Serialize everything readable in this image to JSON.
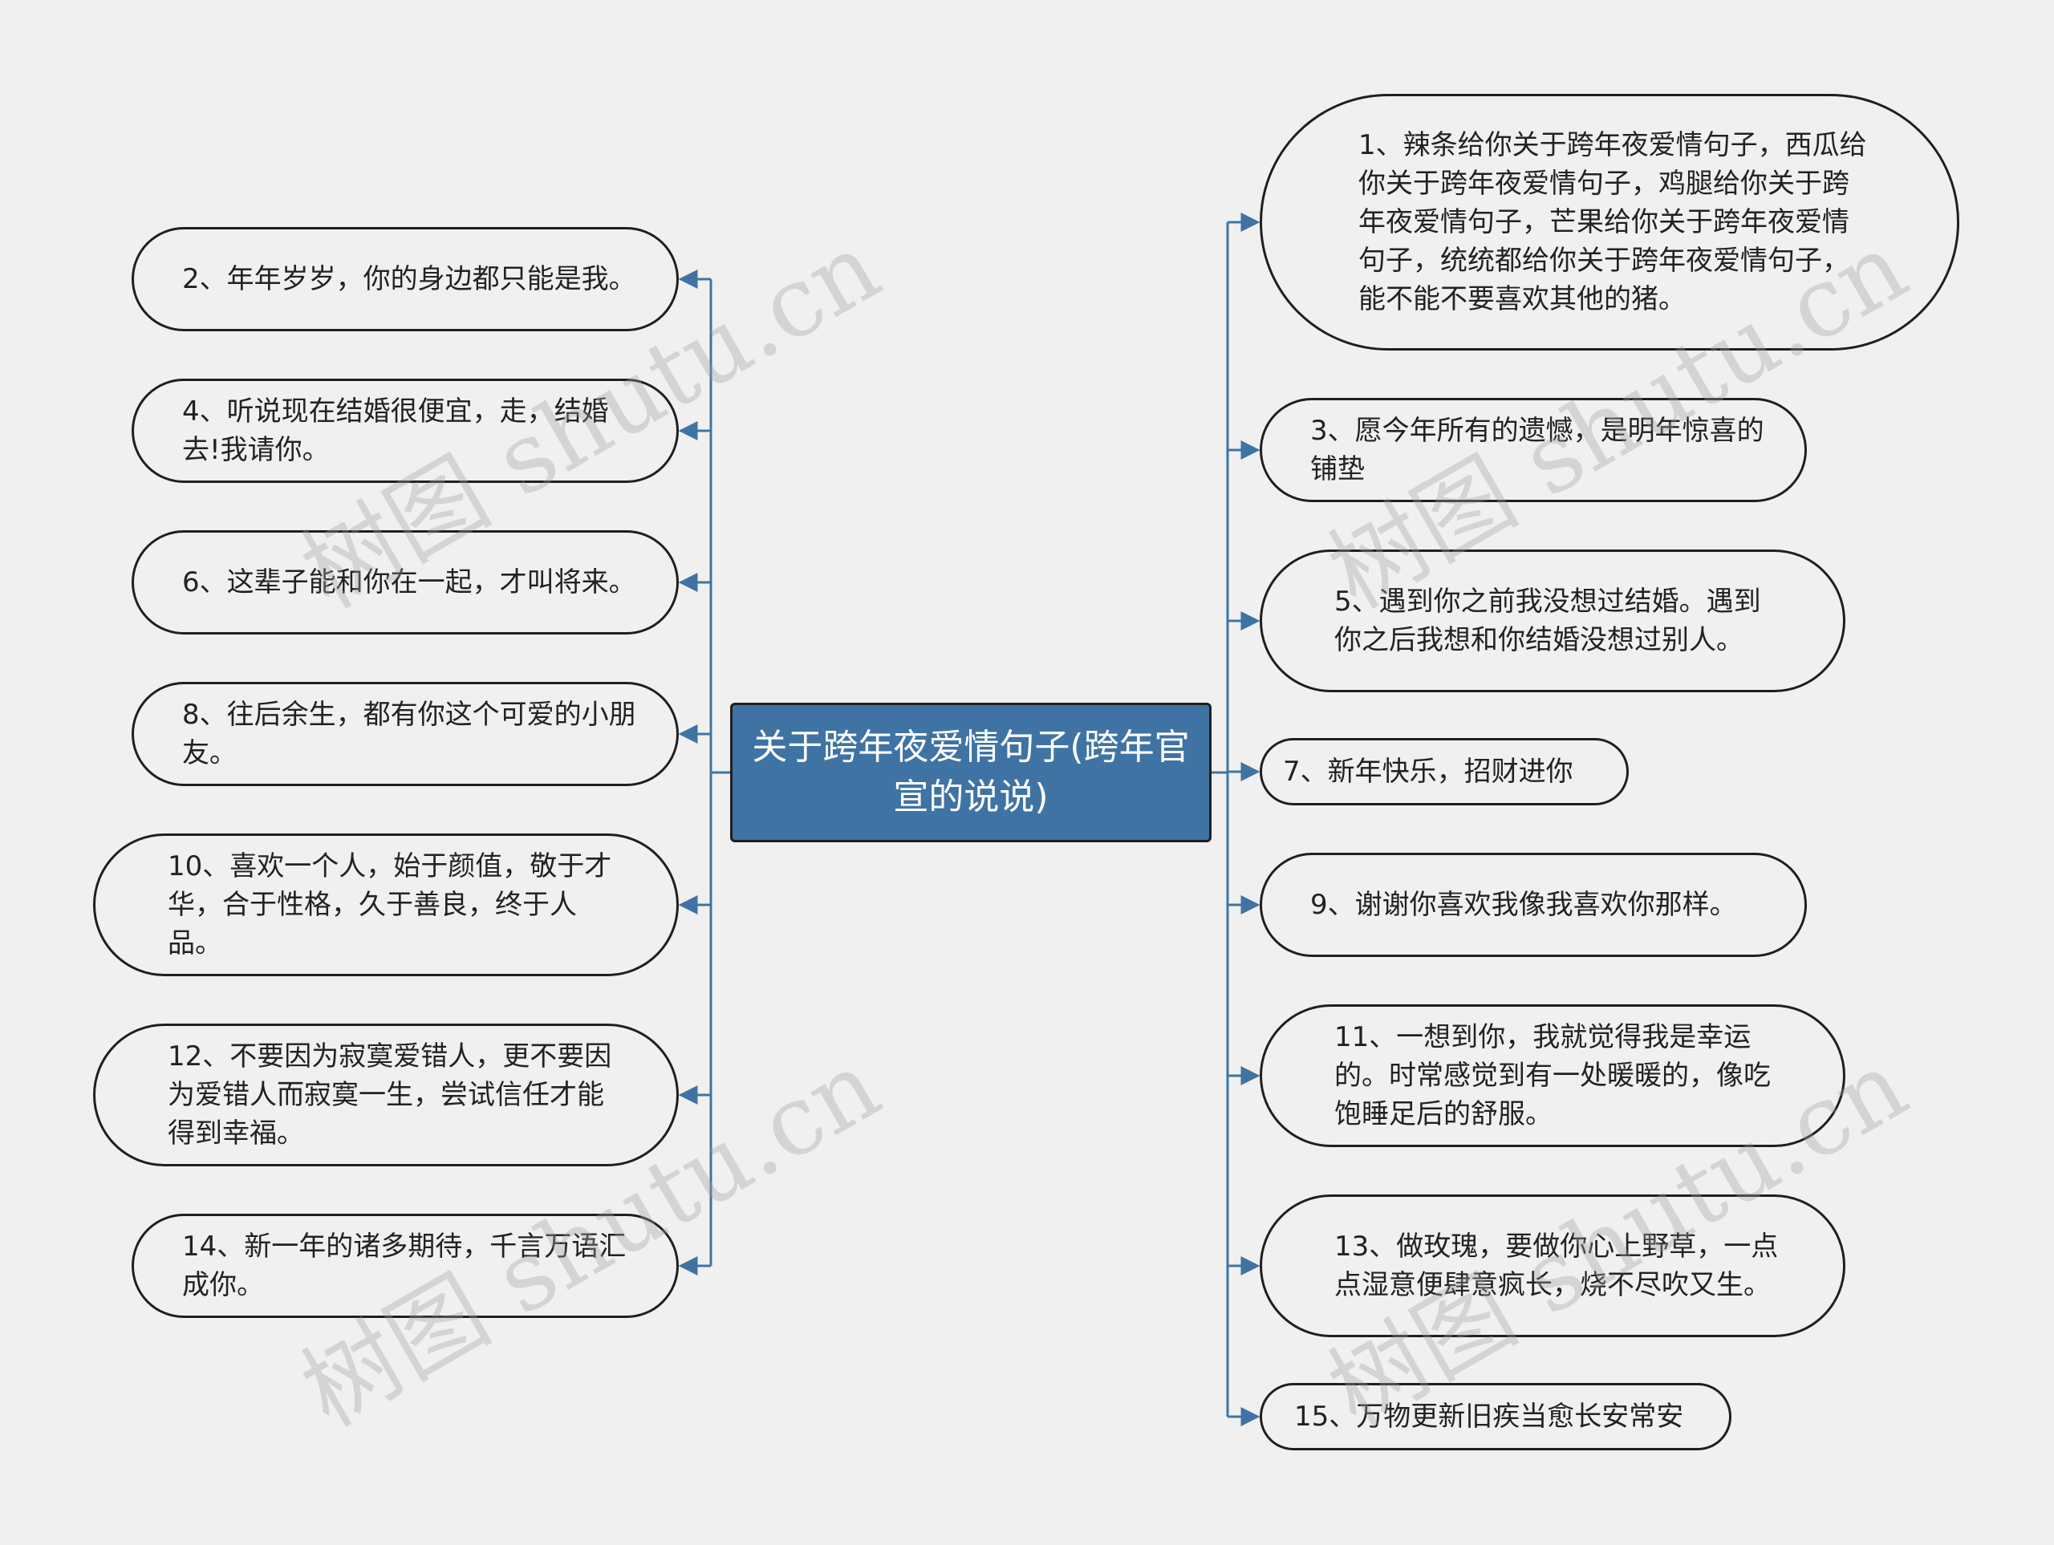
{
  "center": {
    "title": "关于跨年夜爱情句子(跨年官宣的说说)"
  },
  "watermark": "树图 shutu.cn",
  "colors": {
    "center_fill": "#3f73a3",
    "connector": "#3f73a3",
    "node_border": "#1f1f1f",
    "background": "#f0f0f0"
  },
  "left_items": [
    {
      "text": "2、年年岁岁，你的身边都只能是我。"
    },
    {
      "text": "4、听说现在结婚很便宜，走，结婚去!我请你。"
    },
    {
      "text": "6、这辈子能和你在一起，才叫将来。"
    },
    {
      "text": "8、往后余生，都有你这个可爱的小朋友。"
    },
    {
      "text": "10、喜欢一个人，始于颜值，敬于才华，合于性格，久于善良，终于人品。"
    },
    {
      "text": "12、不要因为寂寞爱错人，更不要因为爱错人而寂寞一生，尝试信任才能得到幸福。"
    },
    {
      "text": "14、新一年的诸多期待，千言万语汇成你。"
    }
  ],
  "right_items": [
    {
      "text": "1、辣条给你关于跨年夜爱情句子，西瓜给你关于跨年夜爱情句子，鸡腿给你关于跨年夜爱情句子，芒果给你关于跨年夜爱情句子，统统都给你关于跨年夜爱情句子，能不能不要喜欢其他的猪。"
    },
    {
      "text": "3、愿今年所有的遗憾，是明年惊喜的铺垫"
    },
    {
      "text": "5、遇到你之前我没想过结婚。遇到你之后我想和你结婚没想过别人。"
    },
    {
      "text": "7、新年快乐，招财进你"
    },
    {
      "text": "9、谢谢你喜欢我像我喜欢你那样。"
    },
    {
      "text": "11、一想到你，我就觉得我是幸运的。时常感觉到有一处暖暖的，像吃饱睡足后的舒服。"
    },
    {
      "text": "13、做玫瑰，要做你心上野草，一点点湿意便肆意疯长，烧不尽吹又生。"
    },
    {
      "text": "15、万物更新旧疾当愈长安常安"
    }
  ]
}
